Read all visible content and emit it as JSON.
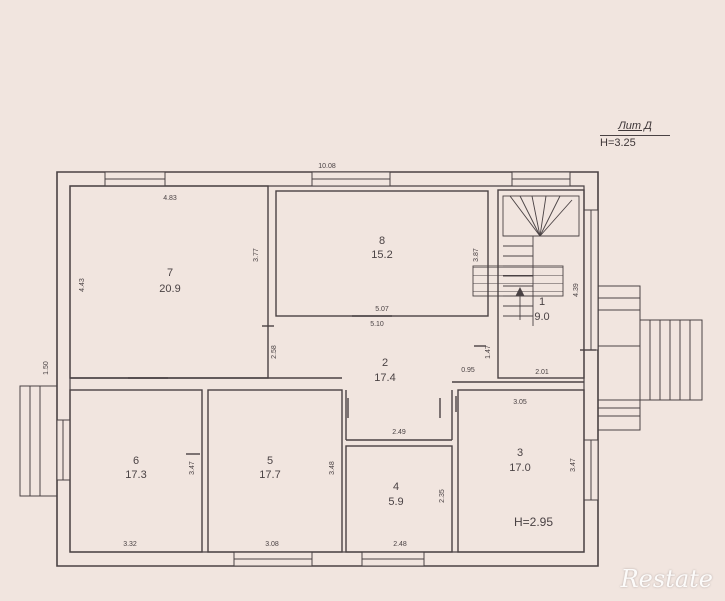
{
  "title_block": {
    "sheet": "Лит Д",
    "height": "H=3.25"
  },
  "rooms": [
    {
      "number": "1",
      "area": "9.0"
    },
    {
      "number": "2",
      "area": "17.4"
    },
    {
      "number": "3",
      "area": "17.0"
    },
    {
      "number": "4",
      "area": "5.9"
    },
    {
      "number": "5",
      "area": "17.7"
    },
    {
      "number": "6",
      "area": "17.3"
    },
    {
      "number": "7",
      "area": "20.9"
    },
    {
      "number": "8",
      "area": "15.2"
    }
  ],
  "dimensions": {
    "overall_width": "10.08",
    "room7_width": "4.83",
    "room7_depth": "4.43",
    "room7_side": "3.77",
    "room8_depth": "3.87",
    "room8_bottom": "5.07",
    "hall_width": "5.10",
    "hall_depth": "2.58",
    "left_outer": "1.50",
    "stair_depth": "4.39",
    "d_147": "1.47",
    "d_095": "0.95",
    "d_201": "2.01",
    "d_249": "2.49",
    "room3_width": "3.05",
    "room3_depth": "3.47",
    "room6_depth": "3.47",
    "room5_depth": "3.48",
    "room4_depth": "2.35",
    "room6_width": "3.32",
    "room5_width": "3.08",
    "room4_width": "2.48"
  },
  "room3_height": "H=2.95",
  "watermark": "Restate"
}
